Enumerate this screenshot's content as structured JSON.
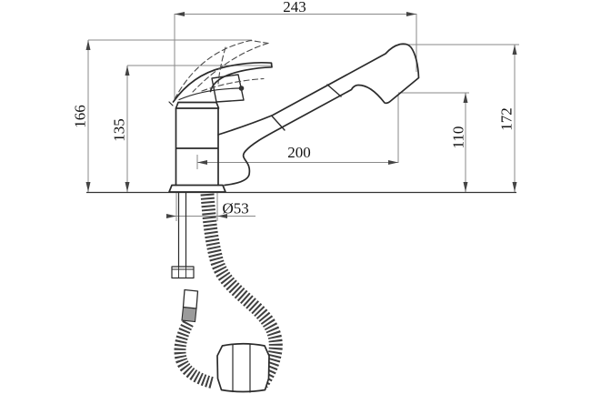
{
  "drawing": {
    "type": "technical-dimension-drawing",
    "subject": "pull-out spray kitchen faucet, side elevation with mounting hose and counterweight",
    "background_color": "#ffffff",
    "object_line_color": "#2b2b2b",
    "dimension_line_color": "#8a8a8a",
    "dimensions": {
      "top_width": "243",
      "overall_height": "166",
      "body_height": "135",
      "spout_reach": "200",
      "outlet_height": "110",
      "head_height": "172",
      "base_diameter": "Ø53"
    }
  }
}
